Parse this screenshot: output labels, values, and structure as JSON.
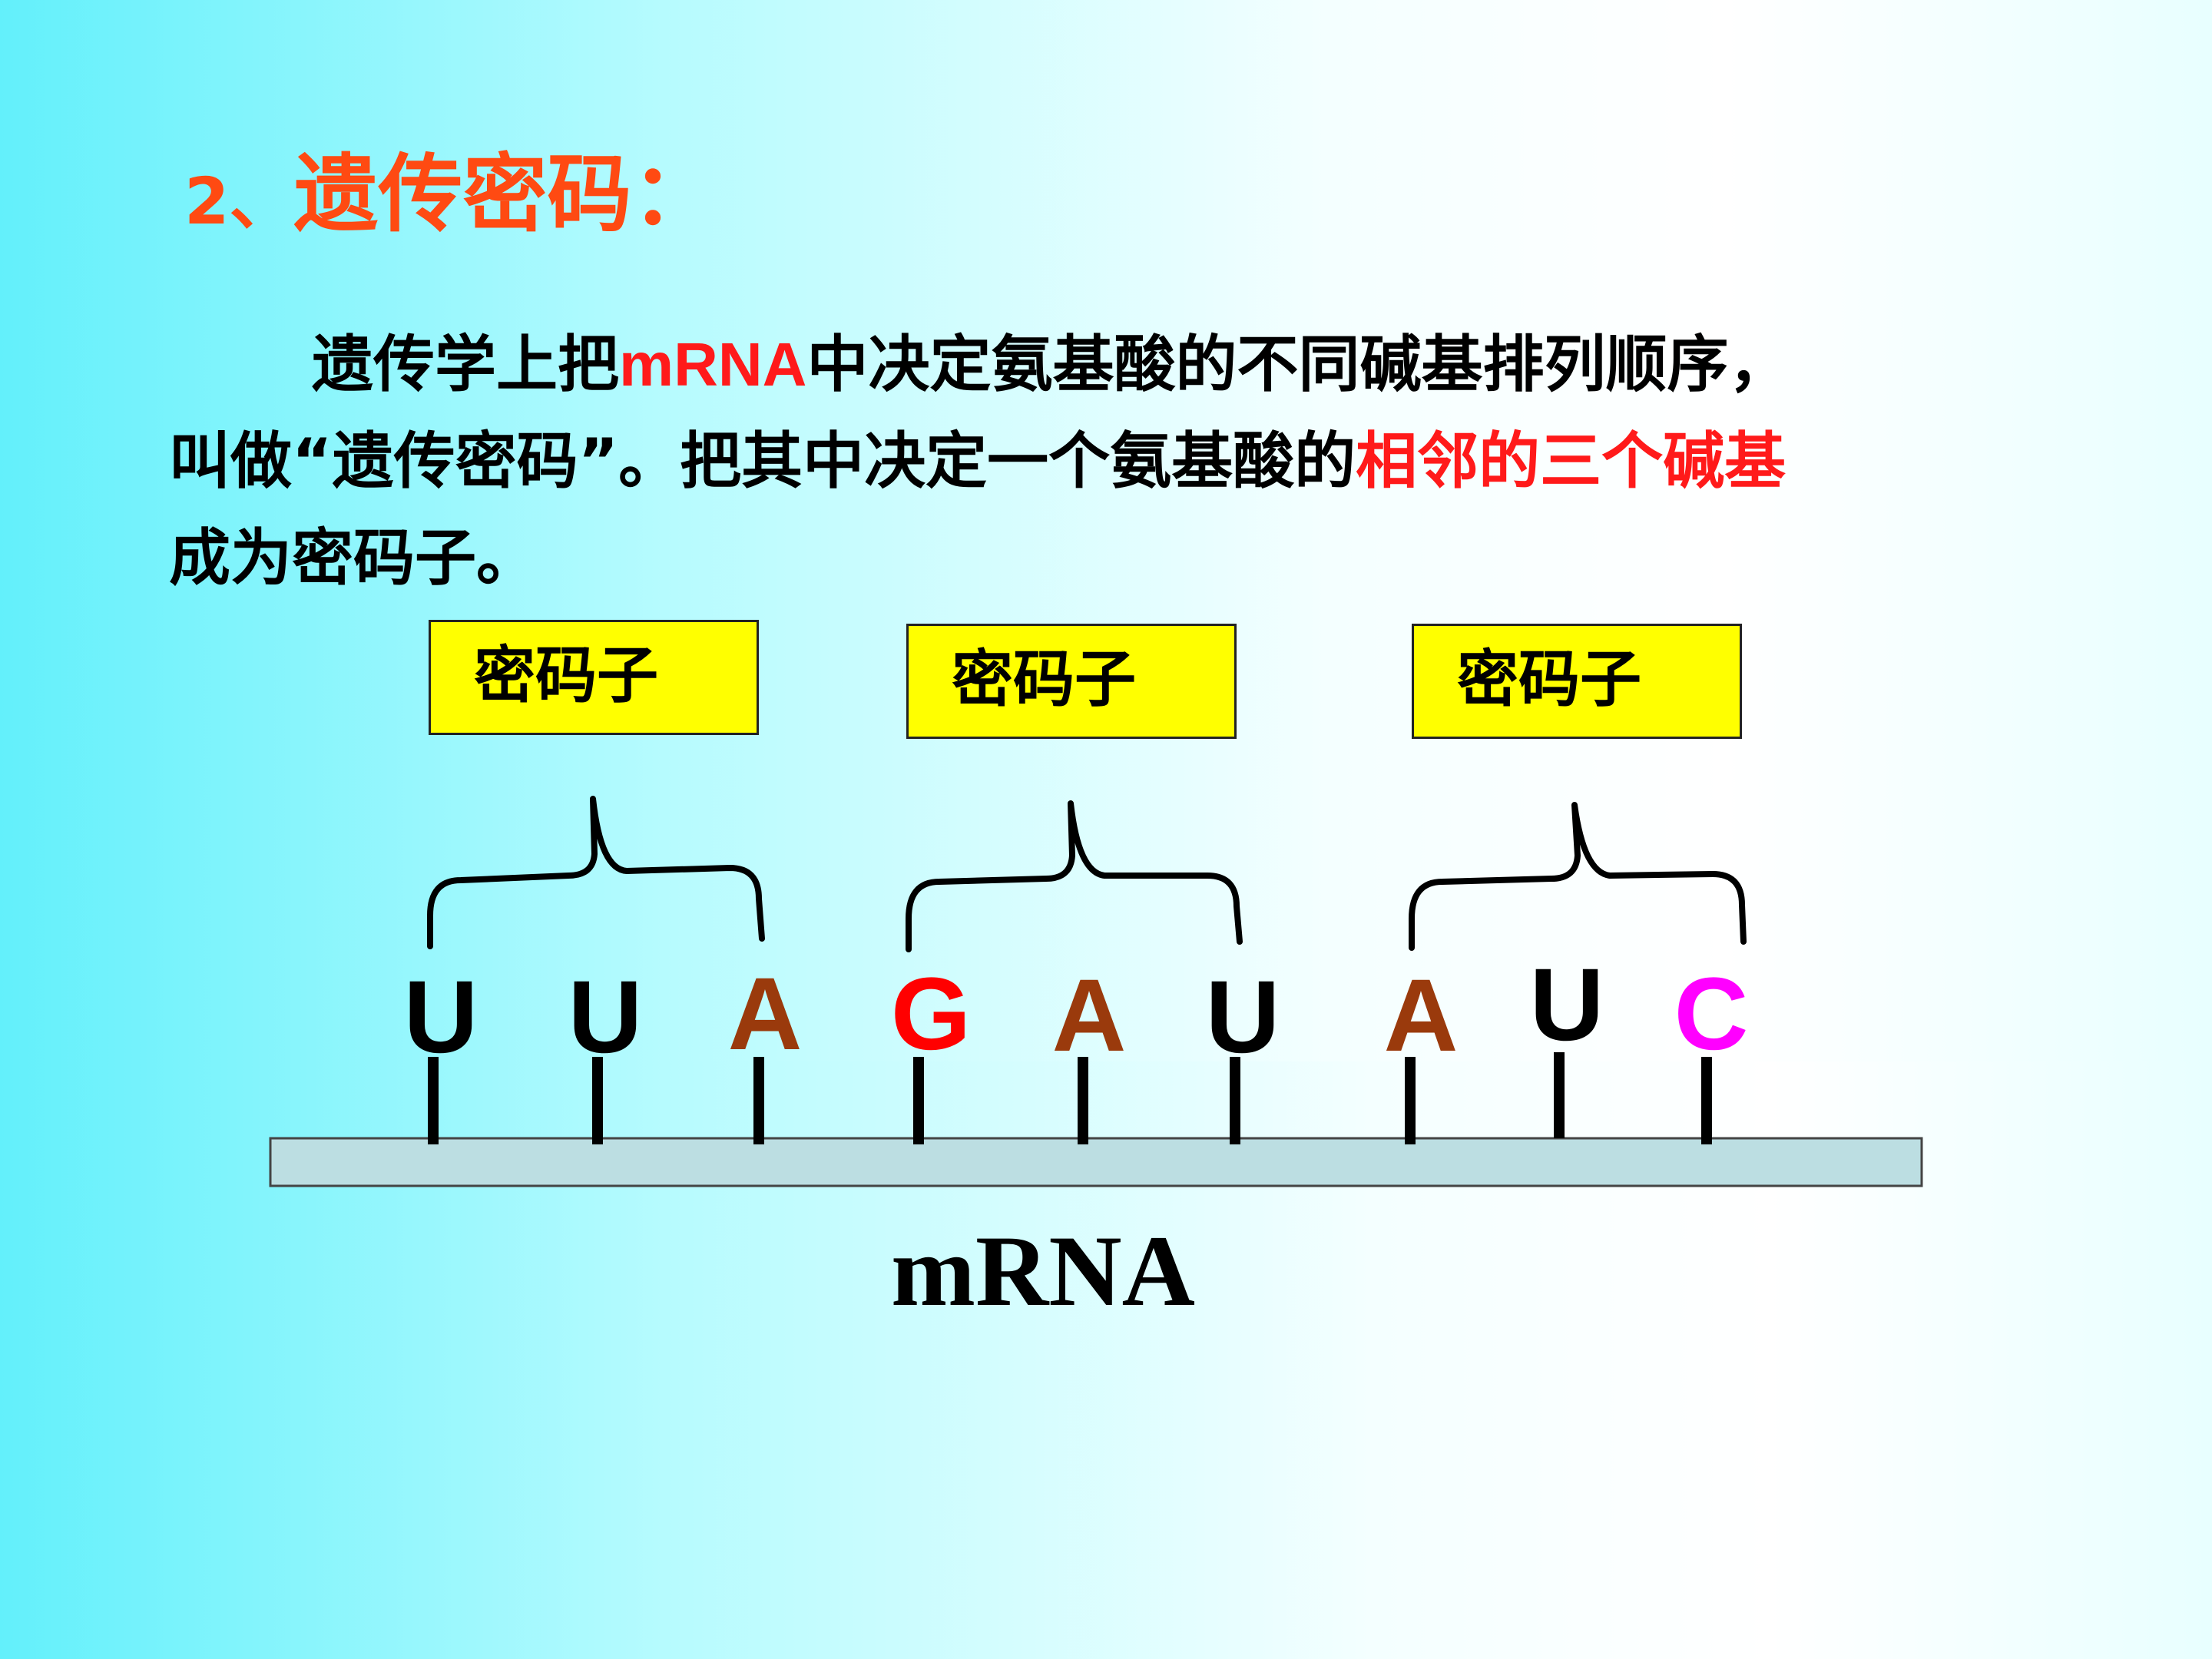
{
  "title": {
    "number": "2、",
    "text": "遗传密码："
  },
  "paragraph": {
    "part1": "遗传学上把",
    "mrna_inline": "mRNA",
    "part2": "中决定氨基酸的不同碱基排列顺序，",
    "part3": "叫做“遗传密码”。把其中决定一个氨基酸的",
    "highlight": "相邻的三个碱基",
    "part4": "成为密码子。"
  },
  "codon_labels": [
    "密码子",
    "密码子",
    "密码子"
  ],
  "bases": [
    {
      "letter": "U",
      "color": "#000000"
    },
    {
      "letter": "U",
      "color": "#000000"
    },
    {
      "letter": "A",
      "color": "#9a3a0c"
    },
    {
      "letter": "G",
      "color": "#ff0000"
    },
    {
      "letter": "A",
      "color": "#9a3a0c"
    },
    {
      "letter": "U",
      "color": "#000000"
    },
    {
      "letter": "A",
      "color": "#9a3a0c"
    },
    {
      "letter": "U",
      "color": "#000000"
    },
    {
      "letter": "C",
      "color": "#ff00ff"
    }
  ],
  "strand_label": "mRNA",
  "colors": {
    "title": "#ff4a12",
    "highlight": "#ff1a1a",
    "codon_box": "#ffff00",
    "strand": "#bcdee2"
  }
}
